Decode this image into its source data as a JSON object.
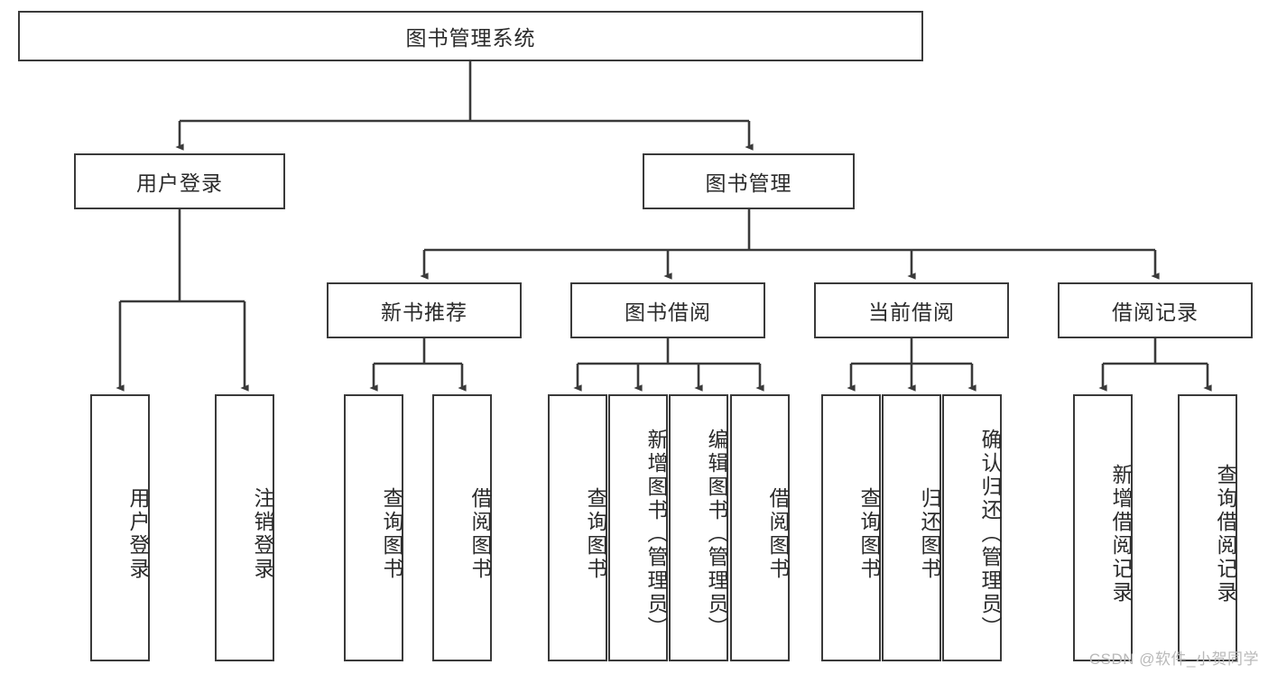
{
  "diagram": {
    "title": "图书管理系统",
    "type": "tree",
    "root": {
      "label": "图书管理系统"
    },
    "level2": [
      {
        "label": "用户登录"
      },
      {
        "label": "图书管理"
      }
    ],
    "level3": [
      {
        "label": "新书推荐"
      },
      {
        "label": "图书借阅"
      },
      {
        "label": "当前借阅"
      },
      {
        "label": "借阅记录"
      }
    ],
    "leaves": {
      "user_login": [
        {
          "label": "用户登录"
        },
        {
          "label": "注销登录"
        }
      ],
      "new_book_recommend": [
        {
          "label": "查询图书"
        },
        {
          "label": "借阅图书"
        }
      ],
      "book_borrow": [
        {
          "label": "查询图书"
        },
        {
          "label": "新增图书（管理员）"
        },
        {
          "label": "编辑图书（管理员）"
        },
        {
          "label": "借阅图书"
        }
      ],
      "current_borrow": [
        {
          "label": "查询图书"
        },
        {
          "label": "归还图书"
        },
        {
          "label": "确认归还（管理员）"
        }
      ],
      "borrow_record": [
        {
          "label": "新增借阅记录"
        },
        {
          "label": "查询借阅记录"
        }
      ]
    }
  },
  "watermark": {
    "text": "CSDN @软件_小贺同学"
  },
  "colors": {
    "box_border": "#3a3a3a",
    "box_fill": "#ffffff",
    "text": "#2b2b2b",
    "line": "#3a3a3a",
    "watermark": "#b9b9b9"
  }
}
